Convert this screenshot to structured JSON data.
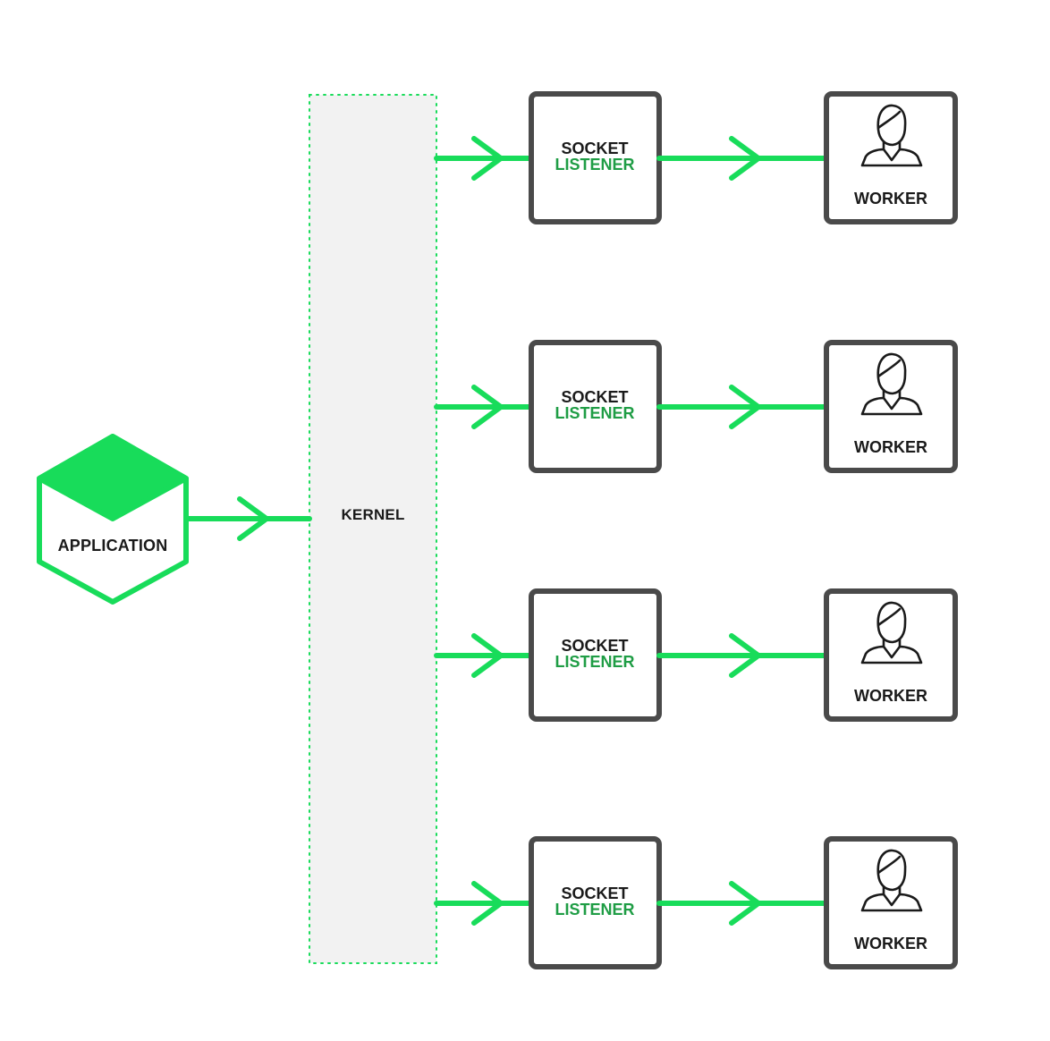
{
  "application": {
    "label": "APPLICATION"
  },
  "kernel": {
    "label": "KERNEL"
  },
  "socket_listener": {
    "line1": "SOCKET",
    "line2": "LISTENER"
  },
  "worker": {
    "label": "WORKER"
  },
  "rows": [
    {
      "listener": "socket-listener-1",
      "worker": "worker-1"
    },
    {
      "listener": "socket-listener-2",
      "worker": "worker-2"
    },
    {
      "listener": "socket-listener-3",
      "worker": "worker-3"
    },
    {
      "listener": "socket-listener-4",
      "worker": "worker-4"
    }
  ],
  "colors": {
    "green": "#18dc5a",
    "dark_green_text": "#1f9d45",
    "box_border": "#4a4a4a",
    "kernel_fill": "#f2f2f2"
  }
}
